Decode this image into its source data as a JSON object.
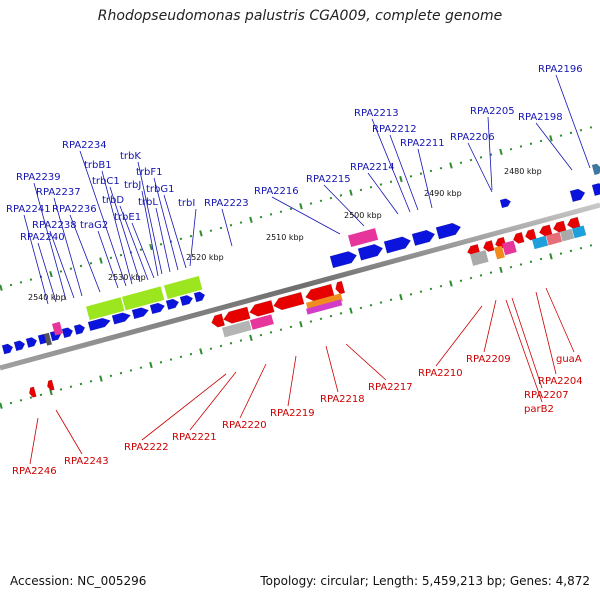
{
  "title": "Rhodopseudomonas palustris CGA009, complete genome",
  "footer": {
    "accession": "Accession: NC_005296",
    "summary": "Topology: circular; Length: 5,459,213 bp; Genes: 4,872"
  },
  "colors": {
    "backbone": "#808080",
    "top_strand_label": "#1414b4",
    "bottom_strand_label": "#cc0000",
    "forward_gene": "#0a14dc",
    "reverse_gene": "#e60000",
    "trb_cluster": "#9be61e",
    "rna_pink": "#e6369b",
    "tick_green": "#2d8c2d"
  },
  "scale_labels": [
    "2540 kbp",
    "2530 kbp",
    "2520 kbp",
    "2510 kbp",
    "2500 kbp",
    "2490 kbp",
    "2480 kbp"
  ],
  "top_labels": [
    "RPA2196",
    "RPA2198",
    "RPA2205",
    "RPA2206",
    "RPA2213",
    "RPA2212",
    "RPA2211",
    "RPA2214",
    "RPA2215",
    "RPA2216",
    "RPA2223",
    "trbI",
    "trbG1",
    "trbF1",
    "trbL",
    "trbK",
    "trbJ",
    "trbE1",
    "trbD",
    "trbC1",
    "trbB1",
    "RPA2234",
    "traG2",
    "RPA2236",
    "RPA2237",
    "RPA2238",
    "RPA2239",
    "RPA2240",
    "RPA2241"
  ],
  "bottom_labels": [
    "RPA2246",
    "RPA2243",
    "RPA2222",
    "RPA2221",
    "RPA2220",
    "RPA2219",
    "RPA2218",
    "RPA2217",
    "RPA2210",
    "RPA2209",
    "parB2",
    "RPA2207",
    "RPA2204",
    "guaA"
  ]
}
